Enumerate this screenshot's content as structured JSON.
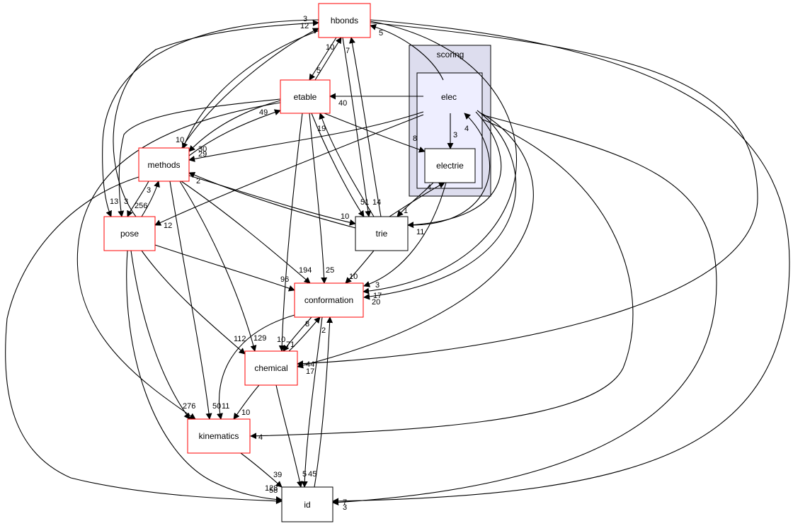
{
  "colors": {
    "red_border": "#ff0000",
    "black_border": "#000000",
    "cluster_outer_fill": "#ddddee",
    "cluster_inner_fill": "#eeeeff"
  },
  "clusters": [
    {
      "id": "scoring",
      "label": "scoring"
    }
  ],
  "nodes": [
    {
      "id": "hbonds",
      "label": "hbonds",
      "border": "red"
    },
    {
      "id": "etable",
      "label": "etable",
      "border": "red"
    },
    {
      "id": "methods",
      "label": "methods",
      "border": "red"
    },
    {
      "id": "pose",
      "label": "pose",
      "border": "red"
    },
    {
      "id": "conformation",
      "label": "conformation",
      "border": "red"
    },
    {
      "id": "chemical",
      "label": "chemical",
      "border": "red"
    },
    {
      "id": "kinematics",
      "label": "kinematics",
      "border": "red"
    },
    {
      "id": "id",
      "label": "id",
      "border": "black"
    },
    {
      "id": "trie",
      "label": "trie",
      "border": "black"
    },
    {
      "id": "elec",
      "label": "elec",
      "border": "black"
    },
    {
      "id": "electrie",
      "label": "electrie",
      "border": "black"
    }
  ],
  "edge_labels": [
    "3",
    "12",
    "5",
    "10",
    "5",
    "7",
    "40",
    "49",
    "19",
    "8",
    "3",
    "4",
    "10",
    "30",
    "29",
    "2",
    "3",
    "256",
    "13",
    "3",
    "12",
    "51",
    "14",
    "1",
    "4",
    "10",
    "11",
    "194",
    "25",
    "96",
    "10",
    "3",
    "17",
    "20",
    "112",
    "129",
    "10",
    "71",
    "8",
    "2",
    "44",
    "17",
    "276",
    "50",
    "11",
    "10",
    "4",
    "39",
    "5",
    "45",
    "128",
    "58",
    "7",
    "3"
  ]
}
